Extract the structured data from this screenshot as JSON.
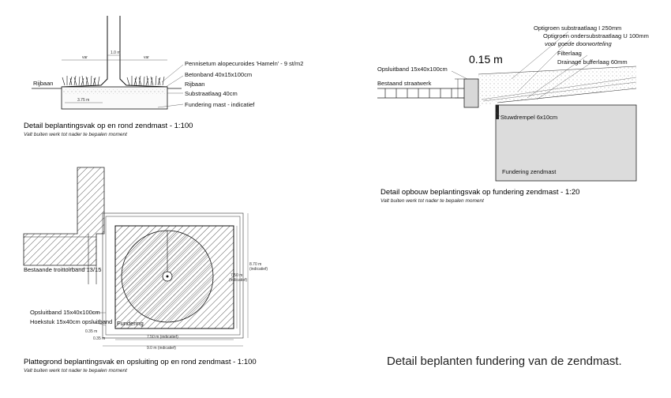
{
  "detail1": {
    "labels": {
      "var_left": "var",
      "dim_top": "1.0 m",
      "var_right": "var",
      "plant": "Pennisetum alopecuroides 'Hameln' - 9 st/m2",
      "betonband": "Betonband 40x15x100cm",
      "rijbaan_right": "Rijbaan",
      "rijbaan_left": "Rijbaan",
      "substraat": "Substraatlaag 40cm",
      "fundering": "Fundering mast - indicatief",
      "dim_bottom": "3.75 m"
    },
    "title": "Detail beplantingsvak op en rond zendmast -  1:100",
    "subtitle": "Valt buiten werk tot nader te bepalen moment"
  },
  "detail2": {
    "labels": {
      "substraat_top": "Optigroen substraatlaag I 250mm",
      "onder1": "Optigroen ondersubstraatlaag U 100mm",
      "onder2": "voor goede doorworteling",
      "filter": "Filterlaag",
      "drainage": "Drainage bufferlaag 60mm",
      "opsluitband": "Opsluitband 15x40x100cm",
      "height": "0.15 m",
      "straatwerk": "Bestaand straatwerk",
      "stuw": "Stuwdrempel 6x10cm",
      "fundering": "Fundering zendmast"
    },
    "title": "Detail opbouw beplantingsvak op fundering zendmast - 1:20",
    "subtitle": "Valt buiten werk tot nader te bepalen moment"
  },
  "detail3": {
    "labels": {
      "trottoir": "Bestaande troittoirband 13/15",
      "opsluitband": "Opsluitband 15x40x100cm",
      "hoekstuk": "Hoekstuk 15x40cm opsluitband",
      "fundering": "Fundering",
      "dim_a": "0.35 m",
      "dim_b": "0.35 m",
      "dim_inner_w": "7.50 m (indicatief)",
      "dim_outer_w": "9.0 m (indicatief)",
      "dim_inner_h1": "7.50 m",
      "dim_inner_h2": "(indicatief)",
      "dim_outer_h1": "8.70 m",
      "dim_outer_h2": "(indicatief)"
    },
    "title": "Plattegrond beplantingsvak en opsluiting op en rond zendmast -  1:100",
    "subtitle": "Valt buiten werk tot nader te bepalen moment"
  },
  "caption": "Detail beplanten fundering van de zendmast."
}
